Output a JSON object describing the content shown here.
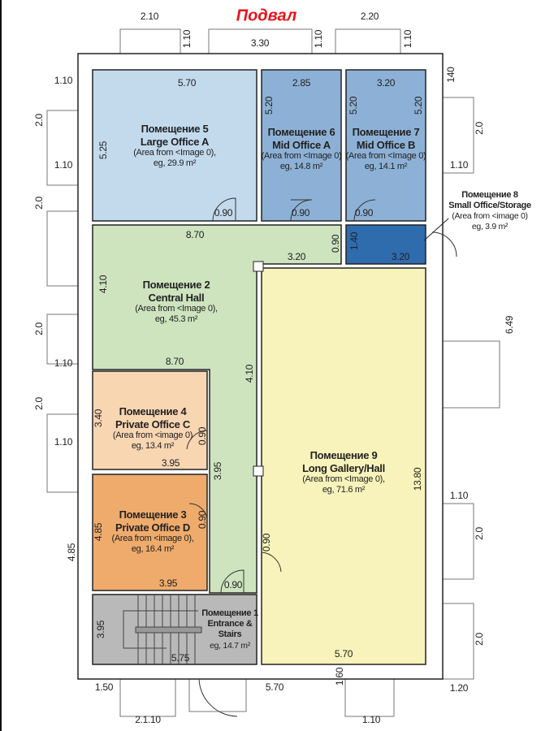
{
  "title": "Подвал",
  "rooms": {
    "r5": {
      "name": "Помещение 5",
      "type": "Large Office A",
      "source": "(Area from <Image 0),",
      "area": "eg, 29.9 m²"
    },
    "r6": {
      "name": "Помещение 6",
      "type": "Mid Office A",
      "source": "(Area from <Image 0)",
      "area": "eg, 14.8 m²"
    },
    "r7": {
      "name": "Помещение 7",
      "type": "Mid Office B",
      "source": "(Area from <Image 0)",
      "area": "eg, 14.1 m²"
    },
    "r8": {
      "name": "Помещение 8",
      "type": "Small Office/Storage",
      "source": "(Area from <image 0)",
      "area": "eg, 3.9 m²"
    },
    "r2": {
      "name": "Помещение 2",
      "type": "Central Hall",
      "source": "(Area from <Image 0),",
      "area": "eg, 45.3 m²"
    },
    "r4": {
      "name": "Помещение 4",
      "type": "Private Office C",
      "source": "(Area from <image 0)",
      "area": "eg, 13.4 m²"
    },
    "r3": {
      "name": "Помещение 3",
      "type": "Private Office D",
      "source": "(Area from <image 0),",
      "area": "eg, 16.4 m²"
    },
    "r9": {
      "name": "Помещение 9",
      "type": "Long Gallery/Hall",
      "source": "(Area from <Image 0),",
      "area": "eg, 71.6 m²"
    },
    "r1": {
      "name": "Помещение 1",
      "type": "Entrance &",
      "type2": "Stairs",
      "area": "eg, 14.7 m²"
    }
  },
  "colors": {
    "r5": "#c3daed",
    "r6": "#8db1d6",
    "r7": "#8db1d6",
    "r8": "#2f6cae",
    "r2": "#cde4bf",
    "r4": "#f8d6b2",
    "r3": "#eeab6c",
    "r9": "#f7f3ba",
    "r1": "#b9b9b9",
    "title": "#e8141c"
  },
  "dimensions": [
    "2.10",
    "3.30",
    "2.20",
    "1.10",
    "1.10",
    "1.10",
    "140",
    "1.10",
    "2.0",
    "1.10",
    "2.0",
    "2.0",
    "1.10",
    "2.0",
    "1.10",
    "4.85",
    "2.0",
    "1.10",
    "6.49",
    "1.10",
    "2.0",
    "2.0",
    "1.20",
    "1.50",
    "5.70",
    "1.60",
    "2.1.10",
    "1.10",
    "5.70",
    "2.85",
    "3.20",
    "5.25",
    "5.20",
    "5.20",
    "5.20",
    "0.90",
    "0.90",
    "0.90",
    "8.70",
    "0.90",
    "1.40",
    "3.20",
    "3.20",
    "4.10",
    "8.70",
    "4.10",
    "3.40",
    "0.90",
    "3.95",
    "3.95",
    "13.80",
    "4.85",
    "0.90",
    "0.90",
    "3.95",
    "0.90",
    "3.95",
    "5.75",
    "5.70"
  ]
}
